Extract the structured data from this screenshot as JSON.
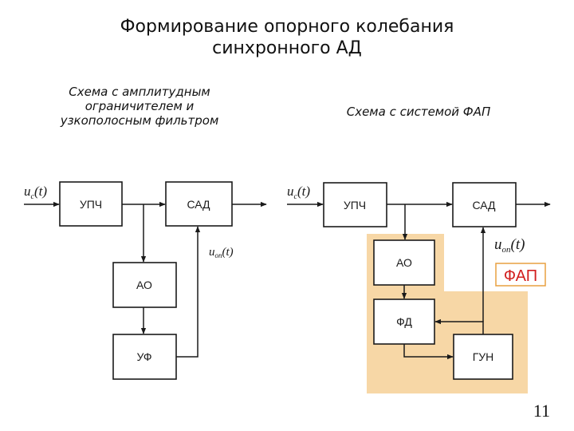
{
  "title": {
    "line1": "Формирование опорного колебания",
    "line2": "синхронного АД"
  },
  "left_scheme": {
    "caption": [
      "Схема с амплитудным",
      "ограничителем и",
      "узкополосным фильтром"
    ],
    "blocks": {
      "upch": "УПЧ",
      "sad": "САД",
      "ao": "АО",
      "uf": "УФ"
    },
    "input_signal": {
      "main": "u",
      "sub": "c",
      "arg": "(t)"
    },
    "ref_signal": {
      "main": "u",
      "sub": "оп",
      "arg": "(t)"
    }
  },
  "right_scheme": {
    "caption": "Схема с системой ФАП",
    "blocks": {
      "upch": "УПЧ",
      "sad": "САД",
      "ao": "АО",
      "fd": "ФД",
      "gun": "ГУН"
    },
    "input_signal": {
      "main": "u",
      "sub": "c",
      "arg": "(t)"
    },
    "ref_signal": {
      "main": "u",
      "sub": "оп",
      "arg": "(t)"
    },
    "fap_label": "ФАП"
  },
  "colors": {
    "fap_highlight": "#f7d7a6",
    "fap_label_border": "#e8a040",
    "fap_label_text": "#d2201f"
  },
  "page_number": "11"
}
